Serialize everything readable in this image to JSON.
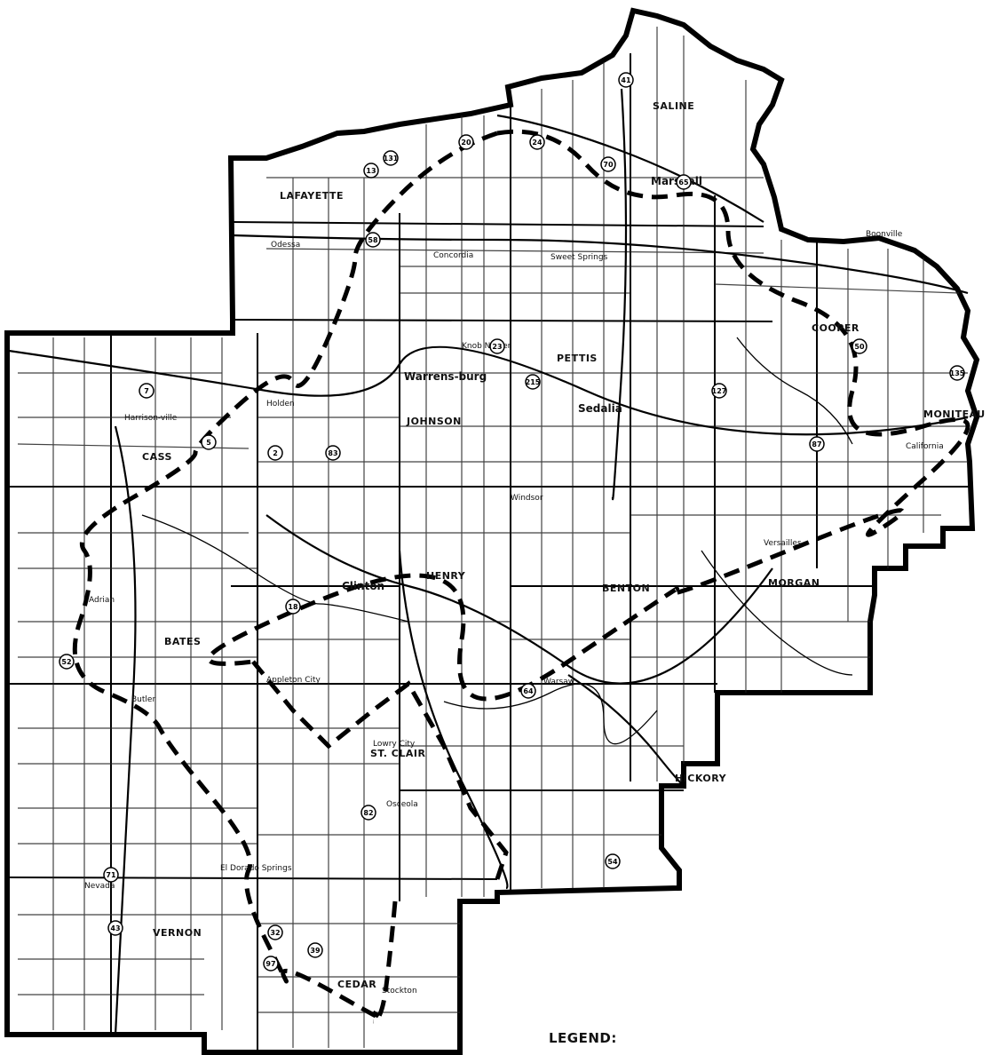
{
  "legend_title": "LEGEND:",
  "counties": [
    {
      "id": "saline",
      "label": "SALINE"
    },
    {
      "id": "lafayette",
      "label": "LAFAYETTE"
    },
    {
      "id": "cass",
      "label": "CASS"
    },
    {
      "id": "johnson",
      "label": "JOHNSON"
    },
    {
      "id": "pettis",
      "label": "PETTIS"
    },
    {
      "id": "cooper",
      "label": "COOPER"
    },
    {
      "id": "moniteau",
      "label": "MONITEAU"
    },
    {
      "id": "henry",
      "label": "HENRY"
    },
    {
      "id": "benton",
      "label": "BENTON"
    },
    {
      "id": "morgan",
      "label": "MORGAN"
    },
    {
      "id": "bates",
      "label": "BATES"
    },
    {
      "id": "st-clair",
      "label": "ST. CLAIR"
    },
    {
      "id": "hickory",
      "label": "HICKORY"
    },
    {
      "id": "vernon",
      "label": "VERNON"
    },
    {
      "id": "cedar",
      "label": "CEDAR"
    }
  ],
  "towns": [
    {
      "id": "marshall",
      "label": "Marshall"
    },
    {
      "id": "warrensburg",
      "label": "Warrens-burg"
    },
    {
      "id": "sedalia",
      "label": "Sedalia"
    },
    {
      "id": "clinton",
      "label": "Clinton"
    },
    {
      "id": "concordia",
      "label": "Concordia"
    },
    {
      "id": "harrisonville",
      "label": "Harrison-ville"
    },
    {
      "id": "holden",
      "label": "Holden"
    },
    {
      "id": "butler",
      "label": "Butler"
    },
    {
      "id": "nevada",
      "label": "Nevada"
    },
    {
      "id": "osceola",
      "label": "Osceola"
    },
    {
      "id": "boonville",
      "label": "Boonville"
    },
    {
      "id": "knob-noster",
      "label": "Knob Noster"
    },
    {
      "id": "sweet-springs",
      "label": "Sweet Springs"
    },
    {
      "id": "odessa",
      "label": "Odessa"
    },
    {
      "id": "adrian",
      "label": "Adrian"
    },
    {
      "id": "appleton-city",
      "label": "Appleton City"
    },
    {
      "id": "lowry-city",
      "label": "Lowry City"
    },
    {
      "id": "versailles",
      "label": "Versailles"
    },
    {
      "id": "warsaw",
      "label": "Warsaw"
    },
    {
      "id": "stockton",
      "label": "Stockton"
    },
    {
      "id": "el-dorado-springs",
      "label": "El Dorado Springs"
    },
    {
      "id": "windsor",
      "label": "Windsor"
    },
    {
      "id": "california",
      "label": "California"
    }
  ],
  "highway_markers": [
    "41",
    "65",
    "70",
    "20",
    "23",
    "13",
    "24",
    "7",
    "52",
    "18",
    "54",
    "82",
    "32",
    "39",
    "43",
    "71",
    "2",
    "5",
    "50",
    "87",
    "135",
    "127",
    "215",
    "131",
    "58",
    "83",
    "64",
    "97"
  ]
}
